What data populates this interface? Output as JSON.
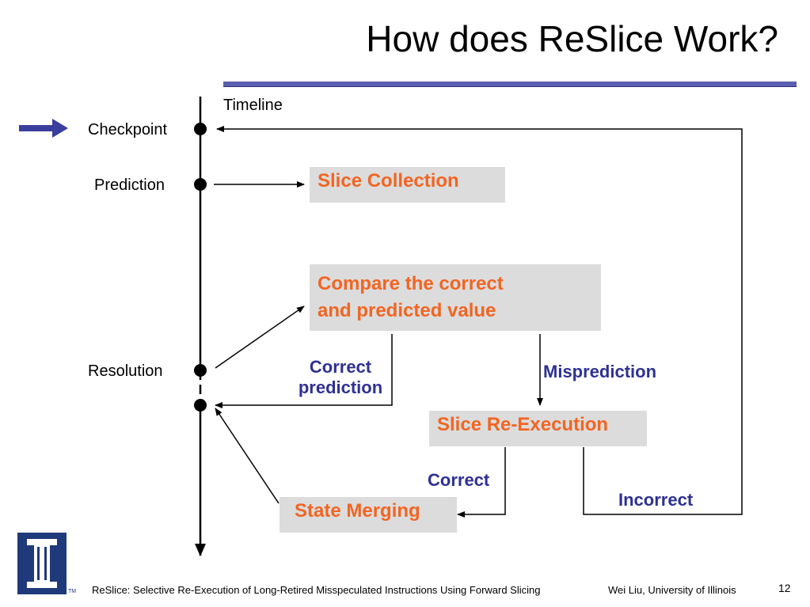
{
  "title": "How does ReSlice Work?",
  "timeline_label": "Timeline",
  "stages": {
    "checkpoint": "Checkpoint",
    "prediction": "Prediction",
    "resolution": "Resolution"
  },
  "boxes": {
    "slice_collection": "Slice Collection",
    "compare_line1": "Compare the correct",
    "compare_line2": "and predicted value",
    "slice_reexecution": "Slice Re-Execution",
    "state_merging": "State Merging"
  },
  "edge_labels": {
    "correct_prediction_line1": "Correct",
    "correct_prediction_line2": "prediction",
    "misprediction": "Misprediction",
    "correct": "Correct",
    "incorrect": "Incorrect"
  },
  "footer": {
    "left": "ReSlice: Selective Re-Execution of Long-Retired Misspeculated Instructions Using Forward Slicing",
    "right": "Wei Liu, University of Illinois",
    "page": "12"
  },
  "colors": {
    "box_fill": "#dcdcdc",
    "box_text": "#f26522",
    "label_text": "#2e3192",
    "title_rule": "#5a5fb0",
    "pointer_arrow": "#3a3f9e"
  },
  "icons": {
    "pointer": "arrow-right-icon",
    "logo": "university-column-logo"
  }
}
